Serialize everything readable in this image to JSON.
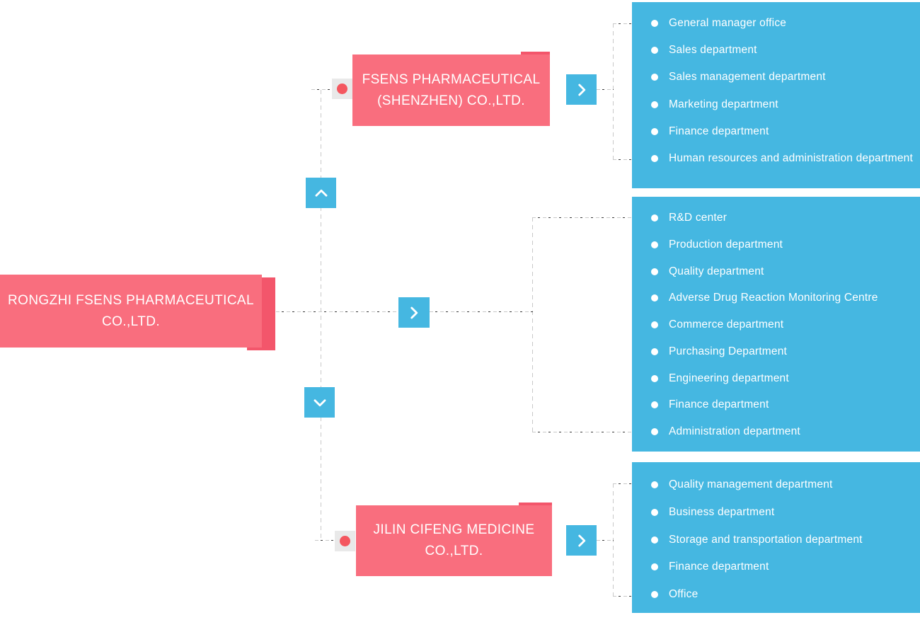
{
  "colors": {
    "pink": "#f96e7e",
    "pink_dark": "#f3566b",
    "blue": "#45b7e1",
    "gray_square": "#e9e9e9",
    "dot_red": "#f4575f",
    "line_gray": "#c8c8c8",
    "line_dark": "#3c3c3c",
    "text_white": "#ffffff"
  },
  "org": {
    "root": {
      "name_line1": "RONGZHI FSENS PHARMACEUTICAL",
      "name_line2": "CO.,LTD.",
      "departments": [
        "R&D center",
        "Production department",
        "Quality department",
        "Adverse Drug Reaction Monitoring Centre",
        "Commerce department",
        "Purchasing Department",
        "Engineering department",
        "Finance department",
        "Administration department"
      ]
    },
    "sub_top": {
      "name_line1": "FSENS PHARMACEUTICAL",
      "name_line2": "(SHENZHEN) CO.,LTD.",
      "departments": [
        "General manager office",
        "Sales department",
        "Sales management department",
        "Marketing department",
        "Finance department",
        "Human resources and administration department"
      ]
    },
    "sub_bottom": {
      "name_line1": "JILIN CIFENG MEDICINE",
      "name_line2": "CO.,LTD.",
      "departments": [
        "Quality management department",
        "Business department",
        "Storage and transportation department",
        "Finance department",
        "Office"
      ]
    }
  },
  "icons": {
    "chevron_up": "chevron-up-icon",
    "chevron_down": "chevron-down-icon",
    "chevron_right": "chevron-right-icon",
    "node_marker": "red-dot-marker-icon",
    "bullet": "bullet-dot-icon"
  }
}
